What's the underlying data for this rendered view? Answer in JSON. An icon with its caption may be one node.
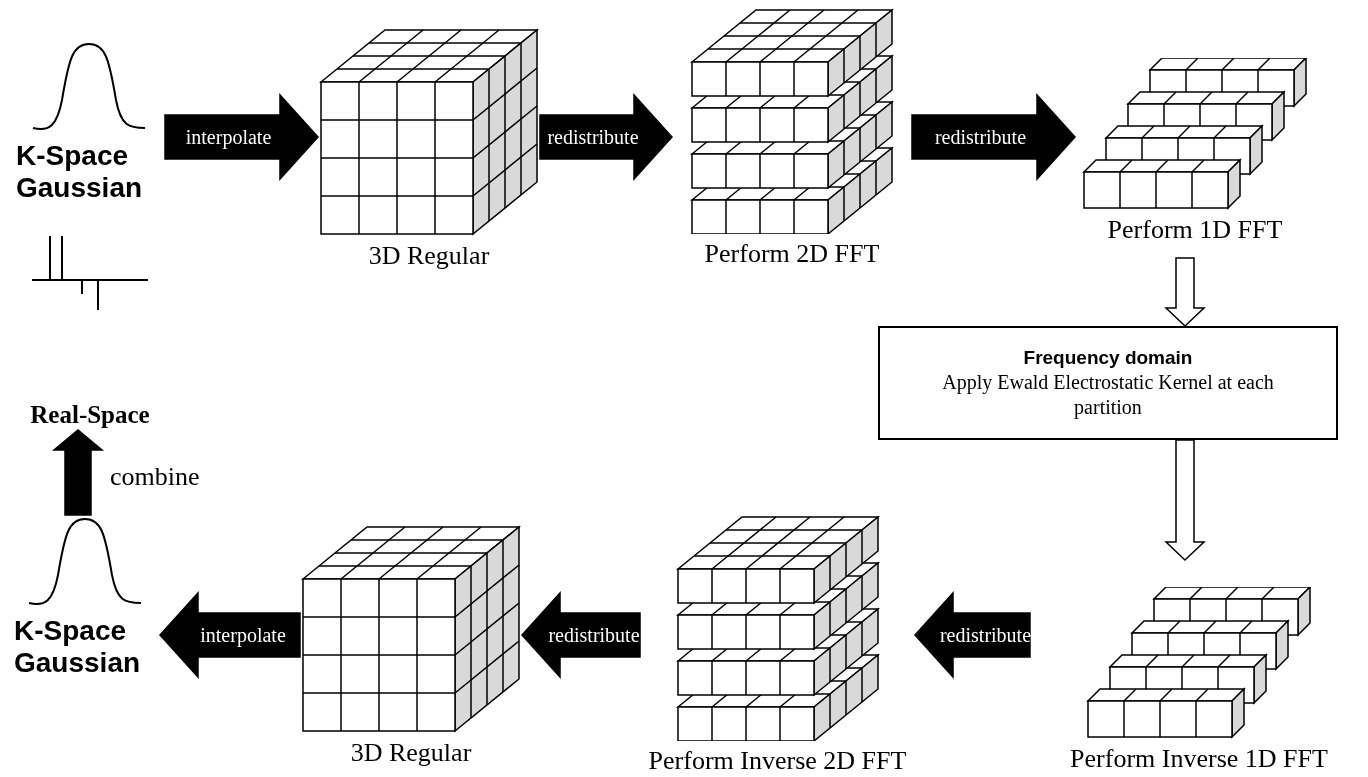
{
  "diagram": {
    "nodes": [
      {
        "text": [
          "K-Space Gaussian"
        ]
      },
      {
        "text": [
          "3D Regular"
        ]
      },
      {
        "text": [
          "Perform 2D FFT"
        ]
      },
      {
        "text": [
          "Perform 1D FFT"
        ]
      },
      {
        "text": [
          "Frequency domain",
          "Apply Ewald Electrostatic Kernel at each partition"
        ]
      },
      {
        "text": [
          "Perform Inverse 1D FFT"
        ]
      },
      {
        "text": [
          "Perform Inverse 2D FFT"
        ]
      },
      {
        "text": [
          "3D Regular"
        ]
      },
      {
        "text": [
          "K-Space Gaussian"
        ]
      },
      {
        "text": [
          "Real-Space"
        ]
      }
    ],
    "edges": [
      {
        "from": 0,
        "to": 1,
        "arrow": "to",
        "label": "interpolate",
        "style": "thick"
      },
      {
        "from": 1,
        "to": 2,
        "arrow": "to",
        "label": "redistribute",
        "style": "thick"
      },
      {
        "from": 2,
        "to": 3,
        "arrow": "to",
        "label": "redistribute",
        "style": "thick"
      },
      {
        "from": 3,
        "to": 4,
        "arrow": "to"
      },
      {
        "from": 4,
        "to": 5,
        "arrow": "to"
      },
      {
        "from": 5,
        "to": 6,
        "arrow": "to",
        "label": "redistribute",
        "style": "thick"
      },
      {
        "from": 6,
        "to": 7,
        "arrow": "to",
        "label": "redistribute",
        "style": "thick"
      },
      {
        "from": 7,
        "to": 8,
        "arrow": "to",
        "label": "interpolate",
        "style": "thick"
      },
      {
        "from": 8,
        "to": 9,
        "arrow": "to",
        "label": "combine",
        "style": "thick"
      }
    ]
  }
}
